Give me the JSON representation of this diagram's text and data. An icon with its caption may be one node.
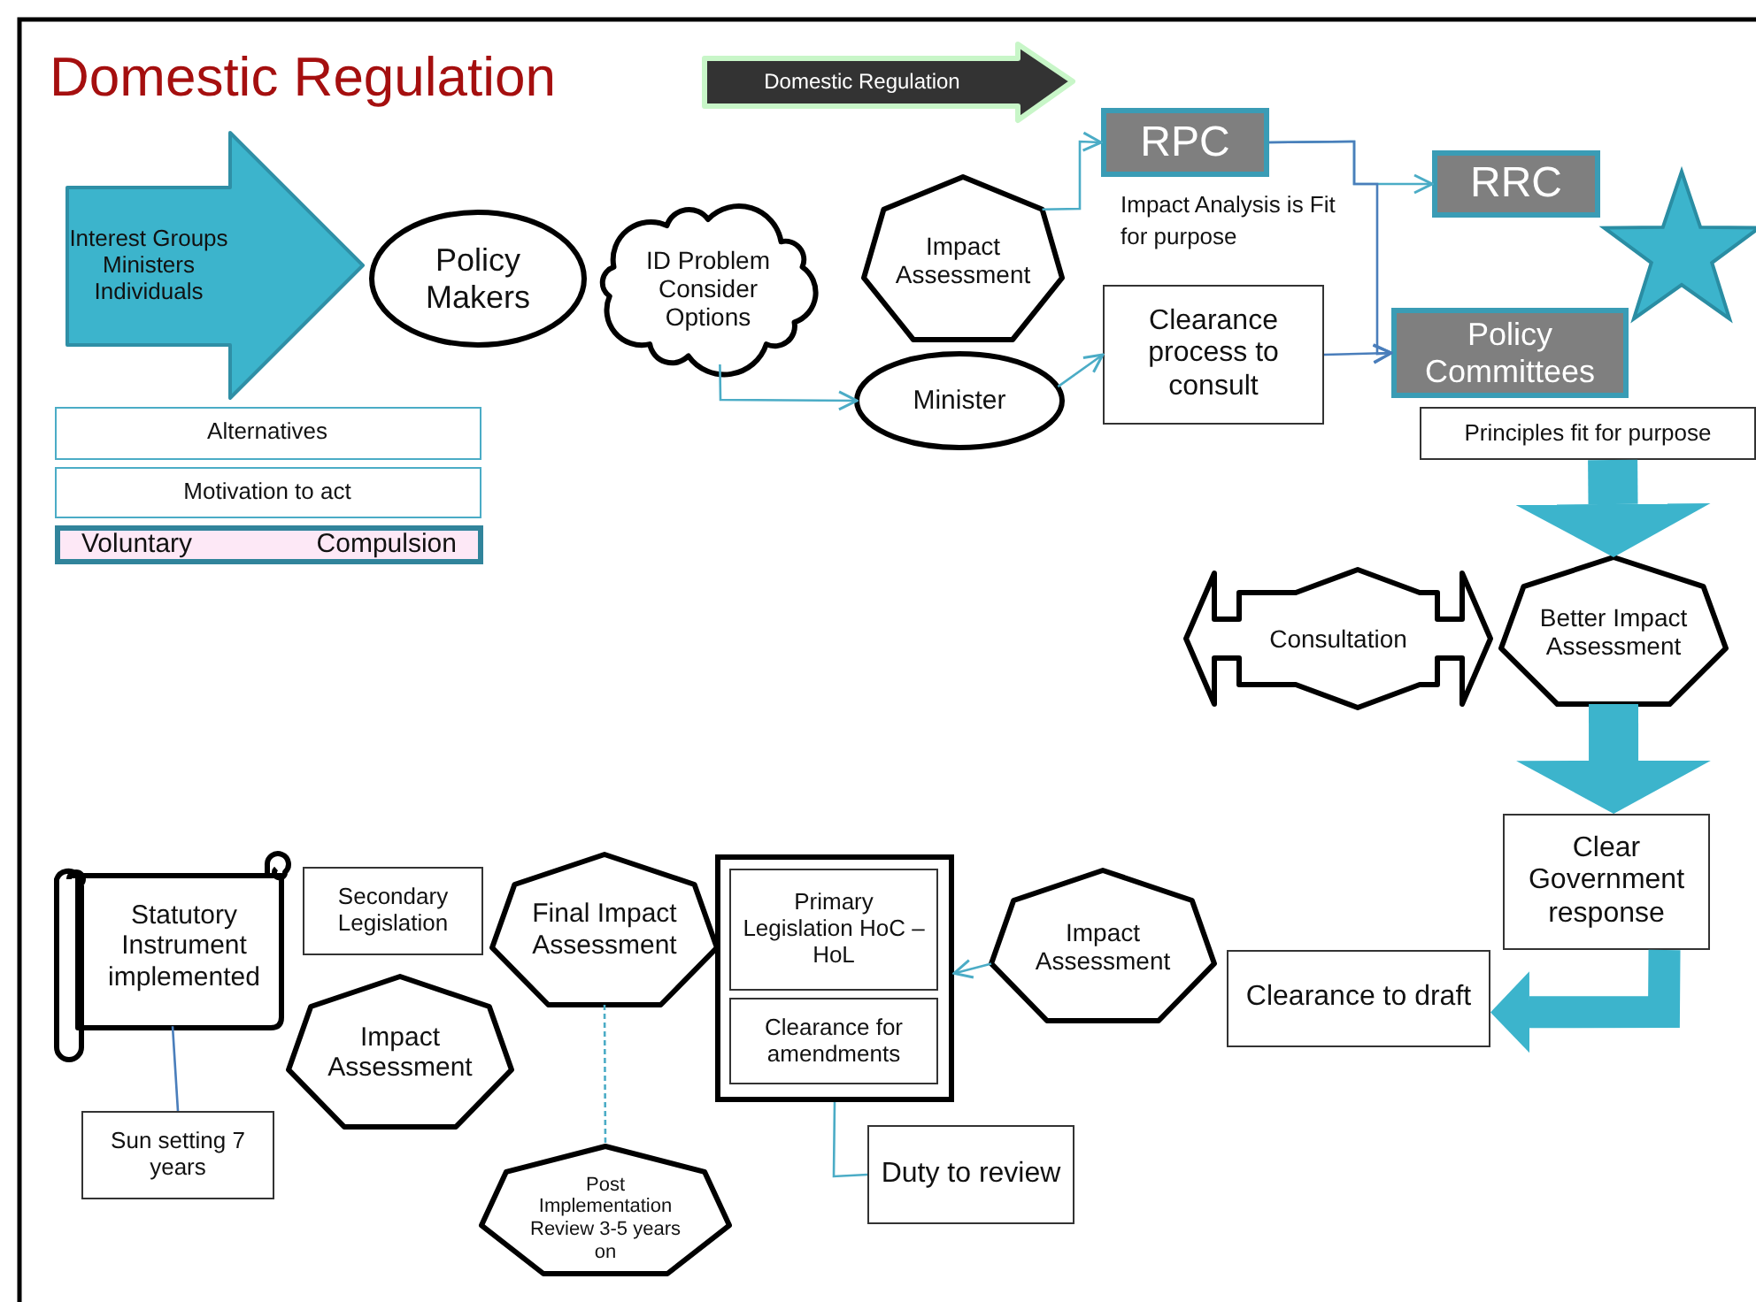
{
  "diagram": {
    "title": "Domestic Regulation",
    "nodes": [
      {
        "text": [
          "Interest Groups Ministers Individuals"
        ]
      },
      {
        "text": [
          "Policy Makers"
        ]
      },
      {
        "text": [
          "ID Problem Consider Options"
        ]
      },
      {
        "text": [
          "Impact Assessment"
        ]
      },
      {
        "text": [
          "Minister"
        ]
      },
      {
        "text": [
          "RPC"
        ],
        "beside": [
          "Impact Analysis is Fit for purpose"
        ]
      },
      {
        "text": [
          "RRC"
        ]
      },
      {
        "text": [
          "Clearance process to consult"
        ]
      },
      {
        "text": [
          "Policy Committees"
        ]
      },
      {
        "text": [
          "Principles fit for purpose"
        ]
      },
      {
        "text": [
          "Alternatives"
        ]
      },
      {
        "text": [
          "Motivation to act"
        ]
      },
      {
        "text": [
          "Voluntary",
          "Compulsion"
        ]
      },
      {
        "text": [
          "Domestic Regulation"
        ]
      },
      {
        "text": [
          "Consultation"
        ]
      },
      {
        "text": [
          "Better Impact Assessment"
        ]
      },
      {
        "text": [
          "Clear Government response"
        ]
      },
      {
        "text": [
          "Clearance to draft"
        ]
      },
      {
        "text": [
          "Impact Assessment"
        ]
      },
      {
        "text": [],
        "shape": "box"
      },
      {
        "text": [
          "Primary Legislation HoC – HoL"
        ],
        "in": 19
      },
      {
        "text": [
          "Clearance for amendments"
        ],
        "in": 19
      },
      {
        "text": [
          "Duty to review"
        ]
      },
      {
        "text": [
          "Final Impact Assessment"
        ]
      },
      {
        "text": [
          "Post Implementation Review 3-5 years on"
        ]
      },
      {
        "text": [
          "Statutory Instrument implemented"
        ]
      },
      {
        "text": [
          "Secondary Legislation"
        ]
      },
      {
        "text": [
          "Impact Assessment"
        ]
      },
      {
        "text": [
          "Sun setting 7 years"
        ]
      }
    ],
    "edges": [
      {
        "from": 3,
        "to": 5,
        "arrow": "to"
      },
      {
        "from": 2,
        "to": 4,
        "arrow": "to"
      },
      {
        "from": 4,
        "to": 7,
        "arrow": "to"
      },
      {
        "from": 5,
        "to": 6,
        "arrow": "to"
      },
      {
        "from": 5,
        "to": 8,
        "arrow": "to",
        "color": "#4a7ebb"
      },
      {
        "from": 7,
        "to": 8,
        "arrow": "to",
        "color": "#4a7ebb"
      },
      {
        "from": 18,
        "to": 19,
        "arrow": "to"
      },
      {
        "from": 19,
        "to": 22,
        "arrow": "none"
      },
      {
        "from": 23,
        "to": 24,
        "arrow": "none",
        "style": "dashed"
      },
      {
        "from": 25,
        "to": 28,
        "arrow": "none",
        "color": "#4a7ebb"
      },
      {
        "from": 9,
        "to": 15,
        "arrow": "to",
        "style": "thick",
        "color": "#3cb4cc"
      },
      {
        "from": 15,
        "to": 16,
        "arrow": "to",
        "style": "thick",
        "color": "#3cb4cc"
      },
      {
        "from": 16,
        "to": 17,
        "arrow": "to",
        "style": "thick",
        "color": "#3cb4cc"
      }
    ]
  }
}
